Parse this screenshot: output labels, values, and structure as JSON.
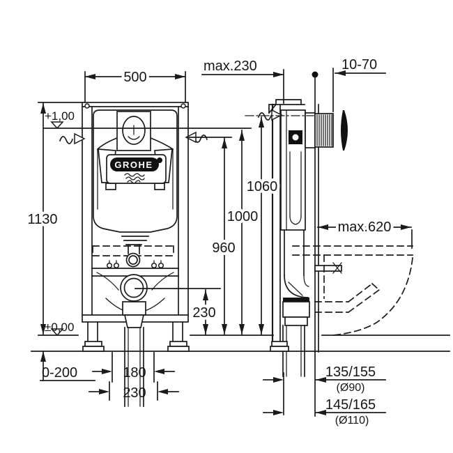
{
  "brand": {
    "logo_text": "GROHE"
  },
  "dims": {
    "width_500": "500",
    "height_1130": "1130",
    "level_plus": "+1,00",
    "level_zero": "±0,00",
    "h1060": "1060",
    "h1000": "1000",
    "h960": "960",
    "h230": "230",
    "max230": "max.230",
    "range_10_70": "10-70",
    "max620": "max.620",
    "floor_range": "0-200",
    "w180": "180",
    "w230": "230",
    "drain90": "135/155",
    "drain90_dia": "(Ø90)",
    "drain110": "145/165",
    "drain110_dia": "(Ø110)"
  },
  "colors": {
    "line": "#1b1b1b",
    "background": "#ffffff"
  }
}
